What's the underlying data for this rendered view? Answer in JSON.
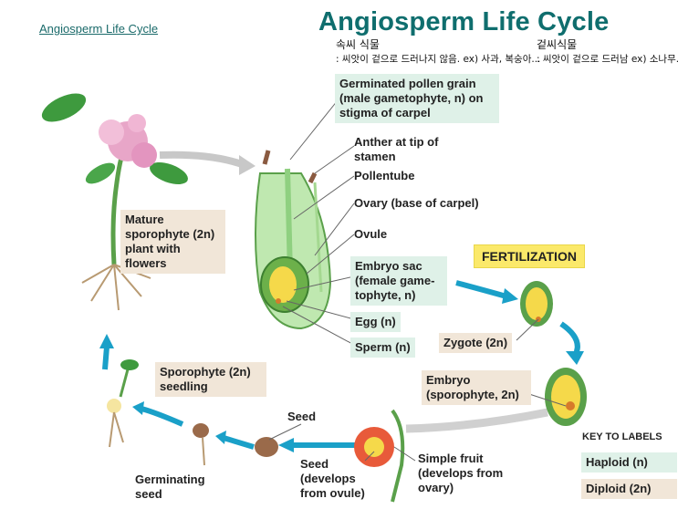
{
  "link_label": "Angiosperm Life Cycle",
  "title": "Angiosperm Life Cycle",
  "notes": {
    "left_heading": "속씨 식물",
    "left_text": ": 씨앗이 겉으로 드러나지 않음. ex) 사과, 복숭아...",
    "right_heading": "겉씨식물",
    "right_text": ": 씨앗이 겉으로 드러남 ex) 소나무..."
  },
  "labels": {
    "pollen_grain": "Germinated pollen grain (male gametophyte, n) on stigma of carpel",
    "anther": "Anther at tip of stamen",
    "pollentube": "Pollentube",
    "ovary": "Ovary (base of carpel)",
    "ovule": "Ovule",
    "embryo_sac": "Embryo sac (female game-tophyte, n)",
    "egg": "Egg (n)",
    "sperm": "Sperm (n)",
    "fertilization": "FERTILIZATION",
    "zygote": "Zygote (2n)",
    "embryo": "Embryo (sporophyte, 2n)",
    "mature_sporophyte": "Mature sporophyte (2n) plant with flowers",
    "seedling": "Sporophyte (2n) seedling",
    "germinating_seed": "Germinating seed",
    "seed_top": "Seed",
    "seed_develops": "Seed (develops from ovule)",
    "simple_fruit": "Simple fruit (develops from ovary)"
  },
  "key": {
    "title": "KEY TO LABELS",
    "haploid": "Haploid (n)",
    "diploid": "Diploid (2n)"
  },
  "colors": {
    "title": "#0f6e6e",
    "haploid_bg": "#dff1e8",
    "diploid_bg": "#f1e6d8",
    "arrow": "#1aa0c8",
    "fertilization_bg": "#fbe96a"
  }
}
